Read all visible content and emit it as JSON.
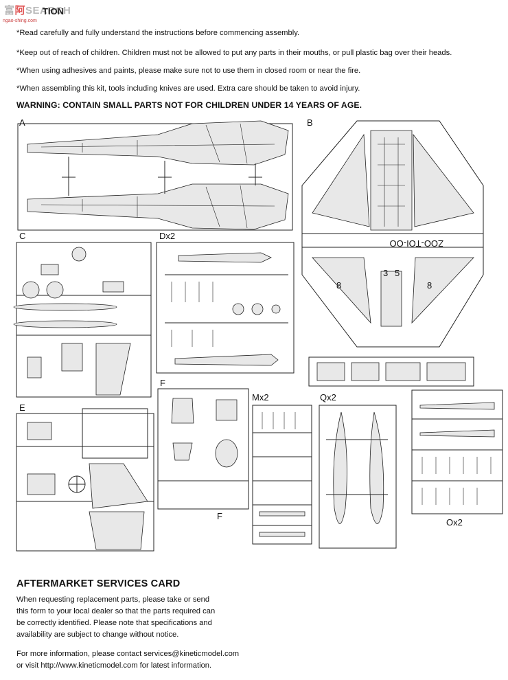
{
  "watermark": {
    "brand_prefix": "富",
    "brand_red": "阿",
    "brand_text": "SEARCH",
    "url": "ngao-shing.com"
  },
  "header_word": "TION",
  "notes": [
    "*Read carefully and fully understand the instructions before commencing assembly.",
    "*Keep out of reach of children. Children must not be allowed to put any parts in their mouths, or pull plastic bag over their heads.",
    "*When using adhesives and paints, please make sure not to use them in closed room or near the fire.",
    "*When assembling this kit, tools including knives are used. Extra care should be taken to avoid injury."
  ],
  "warning": "WARNING: CONTAIN SMALL PARTS NOT FOR CHILDREN UNDER 14 YEARS OF AGE.",
  "sprues": {
    "a": "A",
    "b": "B",
    "c": "C",
    "d": "Dx2",
    "e": "E",
    "f": "F",
    "f_small": "F",
    "m": "Mx2",
    "q": "Qx2",
    "o": "Ox2",
    "b_num_left": "8",
    "b_num_right": "8",
    "b_part_3": "3",
    "b_part_5": "5",
    "b_code": "ZOO-TOI-OO"
  },
  "card": {
    "title": "AFTERMARKET SERVICES CARD",
    "lines": [
      "When requesting replacement parts, please take or send",
      "this form to your local dealer so that the parts required can",
      "be correctly identified. Please note that specifications and",
      "availability are subject to change without notice."
    ],
    "contact": [
      "For more information, please contact services@kineticmodel.com",
      "or visit http://www.kineticmodel.com for latest information."
    ]
  }
}
